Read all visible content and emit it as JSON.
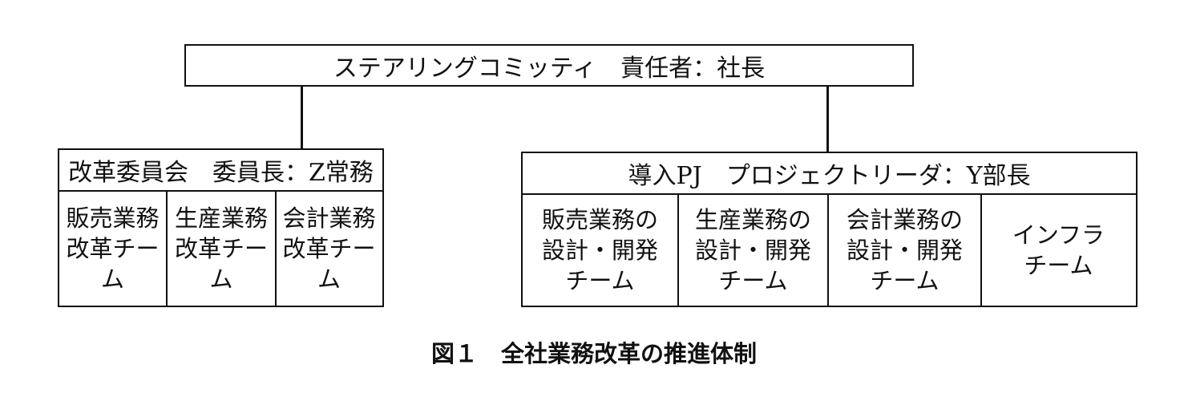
{
  "steering": {
    "label": "ステアリングコミッティ　責任者：社長"
  },
  "reform_committee": {
    "header": "改革委員会　委員長：Z常務",
    "teams": [
      {
        "line1": "販売業務",
        "line2": "改革チーム"
      },
      {
        "line1": "生産業務",
        "line2": "改革チーム"
      },
      {
        "line1": "会計業務",
        "line2": "改革チーム"
      }
    ]
  },
  "deployment_pj": {
    "header": "導入PJ　プロジェクトリーダ：Y部長",
    "teams": [
      {
        "line1": "販売業務の",
        "line2": "設計・開発",
        "line3": "チーム"
      },
      {
        "line1": "生産業務の",
        "line2": "設計・開発",
        "line3": "チーム"
      },
      {
        "line1": "会計業務の",
        "line2": "設計・開発",
        "line3": "チーム"
      },
      {
        "line1": "インフラ",
        "line2": "チーム"
      }
    ]
  },
  "caption": "図１　全社業務改革の推進体制"
}
